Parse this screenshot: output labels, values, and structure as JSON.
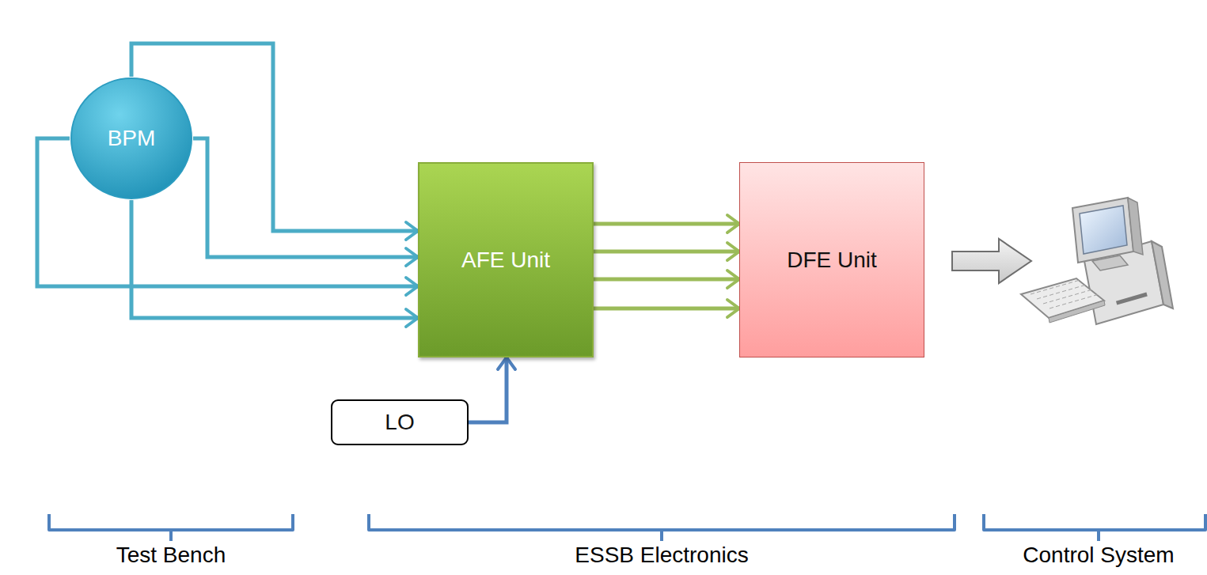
{
  "diagram": {
    "nodes": [
      {
        "text": [
          "BPM"
        ]
      },
      {
        "text": [
          "AFE Unit"
        ]
      },
      {
        "text": [
          "DFE Unit"
        ]
      },
      {
        "text": [
          "LO"
        ]
      }
    ],
    "edges": [
      {
        "from": 0,
        "to": 1,
        "arrow": "to"
      },
      {
        "from": 0,
        "to": 1,
        "arrow": "to"
      },
      {
        "from": 0,
        "to": 1,
        "arrow": "to"
      },
      {
        "from": 0,
        "to": 1,
        "arrow": "to"
      },
      {
        "from": 1,
        "to": 2,
        "arrow": "to"
      },
      {
        "from": 1,
        "to": 2,
        "arrow": "to"
      },
      {
        "from": 1,
        "to": 2,
        "arrow": "to"
      },
      {
        "from": 1,
        "to": 2,
        "arrow": "to"
      },
      {
        "from": 3,
        "to": 1,
        "arrow": "to"
      }
    ],
    "labels": [
      "Test Bench",
      "ESSB Electronics",
      "Control System"
    ]
  }
}
